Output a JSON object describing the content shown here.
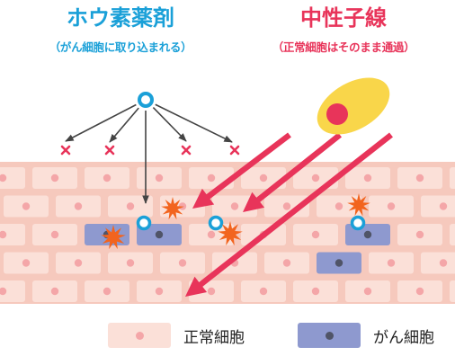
{
  "colors": {
    "boron_text": "#1aa0d8",
    "neutron_text": "#e8345a",
    "tissue_bg": "#f6c9bd",
    "normal_cell": "#fbe0d8",
    "normal_nucleus": "#f4a6a8",
    "cancer_cell": "#8e99cf",
    "cancer_nucleus": "#505467",
    "neutron_arrow": "#e8345a",
    "neutron_source": "#f9d64a",
    "neutron_core": "#e8345a",
    "drug_ring": "#1aa0d8",
    "spark": "#f2641e",
    "miss_mark": "#e8345a",
    "drug_arrow": "#444444"
  },
  "boron": {
    "title": "ホウ素薬剤",
    "subtitle": "（がん細胞に取り込まれる）"
  },
  "neutron": {
    "title": "中性子線",
    "subtitle": "（正常細胞はそのまま通過）"
  },
  "icons": {
    "boron_drug": "circle-ring-icon",
    "neutron": "neutron-source-icon",
    "miss": "cross-mark-icon",
    "reaction": "burst-icon"
  },
  "legend": {
    "normal": "正常細胞",
    "cancer": "がん細胞"
  }
}
